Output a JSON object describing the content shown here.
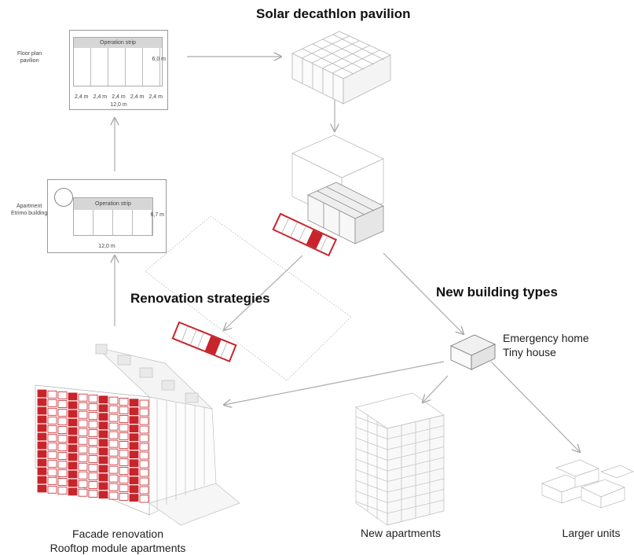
{
  "titles": {
    "solar": "Solar decathlon pavilion",
    "renovation": "Renovation strategies",
    "new_types": "New building types"
  },
  "floor_plan": {
    "label_line1": "Floor plan",
    "label_line2": "pavilion",
    "strip": "Operation strip",
    "dims": [
      "2,4 m",
      "2,4 m",
      "2,4 m",
      "2,4 m",
      "2,4 m"
    ],
    "total": "12,0 m",
    "side": "6,0 m"
  },
  "apartment_plan": {
    "label_line1": "Apartment",
    "label_line2": "Etrimo building",
    "strip": "Operation strip",
    "total": "12,0 m",
    "side": "6,7 m"
  },
  "small_module": {
    "line1": "Emergency home",
    "line2": "Tiny house"
  },
  "outcomes": {
    "facade_line1": "Facade renovation",
    "facade_line2": "Rooftop module apartments",
    "new_apartments": "New apartments",
    "larger_units": "Larger units"
  },
  "colors": {
    "accent": "#c8242b",
    "arrow": "#aaaaaa",
    "line": "#bbbbbb"
  }
}
